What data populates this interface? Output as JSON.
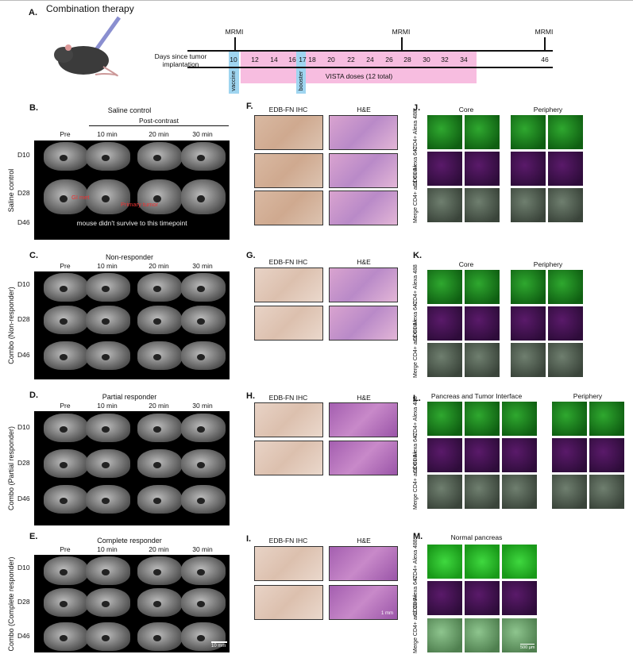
{
  "panelA": {
    "label": "A.",
    "title": "Combination therapy",
    "axis_label": "Days since tumor implantation",
    "mrmi": "MRMI",
    "days": [
      "10",
      "12",
      "14",
      "16",
      "17",
      "18",
      "20",
      "22",
      "24",
      "26",
      "28",
      "30",
      "32",
      "34",
      "46"
    ],
    "vaccine": "vaccine",
    "booster": "booster",
    "vista": "VISTA doses (12 total)",
    "colors": {
      "vista": "#f7bde0",
      "vaccine": "#9fd5f0"
    }
  },
  "mri_cols": [
    "Pre",
    "10 min",
    "20 min",
    "30 min"
  ],
  "mri_rows": [
    "D10",
    "D28",
    "D46"
  ],
  "post_contrast": "Post-contrast",
  "panelB": {
    "label": "B.",
    "title": "Saline control",
    "side": "Saline control",
    "gi": "GI met",
    "primary": "Primary tumor",
    "note": "mouse didn't survive to this timepoint"
  },
  "panelC": {
    "label": "C.",
    "title": "Non-responder",
    "side": "Combo (Non-responder)"
  },
  "panelD": {
    "label": "D.",
    "title": "Partial responder",
    "side": "Combo (Partial responder)"
  },
  "panelE": {
    "label": "E.",
    "title": "Complete responder",
    "side": "Combo (Complete responder)",
    "scale": "10 mm"
  },
  "histo": {
    "ihc": "EDB-FN IHC",
    "he": "H&E",
    "labels": [
      "F.",
      "G.",
      "H.",
      "I."
    ],
    "scale": "1 mm"
  },
  "if_rows": [
    "CD4+ Alexa 488",
    "CD8+ Alexa 647",
    "Merge CD4+ and CD8+"
  ],
  "panelJ": {
    "label": "J.",
    "core": "Core",
    "periphery": "Periphery"
  },
  "panelK": {
    "label": "K.",
    "core": "Core",
    "periphery": "Periphery"
  },
  "panelL": {
    "label": "L.",
    "interface": "Pancreas and Tumor Interface",
    "periphery": "Periphery"
  },
  "panelM": {
    "label": "M.",
    "title": "Normal pancreas",
    "scale": "500 µm"
  }
}
